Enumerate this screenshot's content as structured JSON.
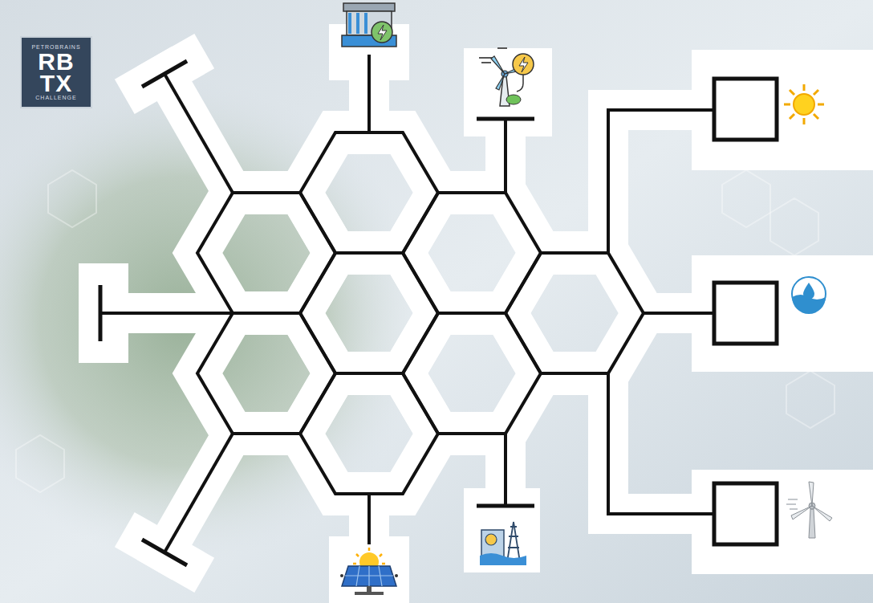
{
  "diagram": {
    "labels": [
      "PETROBRAINS",
      "RB",
      "TX",
      "CHALLENGE"
    ]
  }
}
